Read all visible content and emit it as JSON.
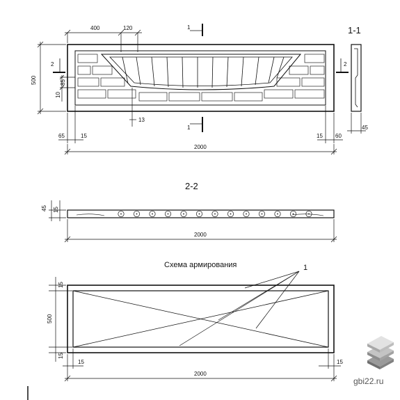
{
  "drawing": {
    "dims": {
      "w400": "400",
      "w120": "120",
      "h500": "500",
      "d85": "85",
      "d10": "10",
      "d13": "13",
      "d65": "65",
      "d15": "15",
      "d60": "60",
      "d45": "45",
      "w2000": "2000"
    },
    "section_marks": {
      "one": "1",
      "two": "2"
    },
    "section_titles": {
      "s11": "1-1",
      "s22": "2-2"
    },
    "reinforcement_title": "Схема армирования",
    "callout_label": "1",
    "watermark": "gbi22.ru"
  }
}
